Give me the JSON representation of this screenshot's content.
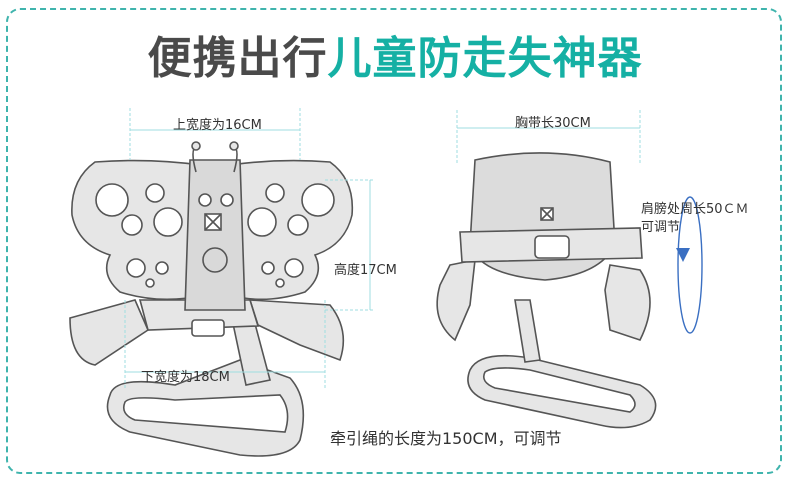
{
  "title": {
    "part1": "便携出行",
    "part2": "儿童防走失神器",
    "color_dark": "#4a4a4a",
    "color_accent": "#15b0a4"
  },
  "labels": {
    "top_width": "上宽度为16CM",
    "height": "高度17CM",
    "bottom_width": "下宽度为18CM",
    "chest_strap": "胸带长30CM",
    "shoulder_circ": "肩膀处周长50ＣＭ",
    "adjustable": "可调节",
    "leash": "牵引绳的长度为150CM，可调节"
  },
  "colors": {
    "frame": "#3fb4ad",
    "guide": "#9fdde0",
    "outline": "#555555",
    "fill": "#e6e6e6",
    "arrow": "#3a6fc2"
  }
}
